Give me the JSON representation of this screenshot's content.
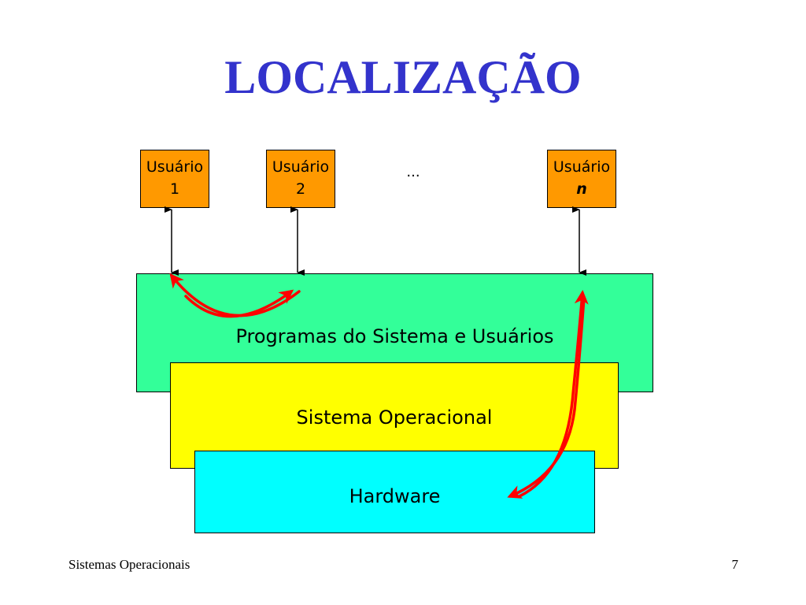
{
  "title": "LOCALIZAÇÃO",
  "users": [
    {
      "line1": "Usuário",
      "line2": "1"
    },
    {
      "line1": "Usuário",
      "line2": "2"
    },
    {
      "line1": "Usuário",
      "line2": "n"
    }
  ],
  "ellipsis": "...",
  "layers": {
    "programs": "Programas do Sistema e Usuários",
    "os": "Sistema Operacional",
    "hardware": "Hardware"
  },
  "footer": {
    "left": "Sistemas Operacionais",
    "page": "7"
  },
  "colors": {
    "title": "#3333cc",
    "user_box": "#ff9900",
    "programs": "#33ff99",
    "os": "#ffff00",
    "hardware": "#00ffff",
    "arrow_red": "#ff0000",
    "arrow_black": "#000000"
  }
}
